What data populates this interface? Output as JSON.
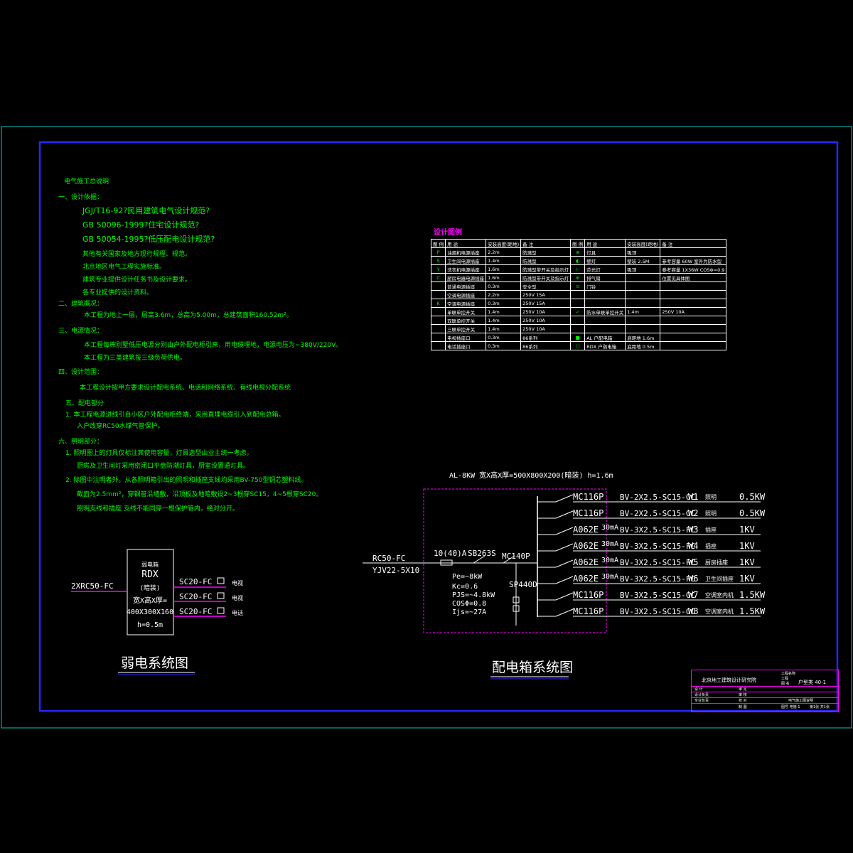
{
  "notes": {
    "title": "电气施工总说明",
    "s1": "一、设计依据：",
    "s1_1": "JGJ/T16-92?民用建筑电气设计规范?",
    "s1_2": "GB 50096-1999?住宅设计规范?",
    "s1_3": "GB 50054-1995?低压配电设计规范?",
    "s1_4": "其他有关国家及地方现行规程、规范。",
    "s1_5": "北京地区电气工程实施标准。",
    "s1_6": "建筑专业提供设计任务书及设计要求。",
    "s1_7": "各专业提供的设计资料。",
    "s2": "二、建筑概况：",
    "s2_1": "本工程为地上一层，层高3.6m，总高为5.00m，总建筑面积160.52m²。",
    "s3": "三、电源情况：",
    "s3_1": "本工程每栋别墅低压电源分别由户外配电柜引来，用电缆埋地，电源电压为~380V/220V。",
    "s3_2": "本工程为三类建筑按三级负荷供电。",
    "s4": "四、设计范围：",
    "s4_1": "本工程设计按甲方要求设计配电系统、电话和网络系统、有线电视分配系统",
    "s5": "五、配电部分",
    "s5_1": "1. 本工程电源进线引自小区户外配电柜终端，采用直埋电缆引入到配电总箱。",
    "s5_2": "入户改穿RC50水煤气管保护。",
    "s6": "六、照明部分：",
    "s6_1": "1. 照明图上的灯具仅标注其使用容量，灯具选型由业主统一考虑。",
    "s6_2": "厨房及卫生间灯采用密闭口平盘防潮灯具，厨室设置通灯具。",
    "s6_3": "2. 除图中注明者外，从各照明箱引出的照明和插座支线均采用BV-750型铜芯塑料线。",
    "s6_4": "截面为2.5mm²，穿钢管沿墙敷，沿顶板及地暗敷设2~3根穿SC15，4~5根穿SC20。",
    "s6_5": "照明支线和插座 支线不能同穿一根保护管内，绝对分开。"
  },
  "legend": {
    "title": "设计图例",
    "headers": [
      "图 例",
      "用 途",
      "安装高度(距地)",
      "备 注",
      "图 例",
      "用 途",
      "安装高度(距地)",
      "备 注"
    ],
    "rows": [
      [
        "P",
        "油烟机电源插座",
        "2.2m",
        "防溅型",
        "⊗",
        "灯具",
        "吸顶",
        ""
      ],
      [
        "S",
        "卫生间电源插座",
        "1.4m",
        "防溅型",
        "◐",
        "壁灯",
        "壁装 2.5M",
        "参考容量 60W 室外为防水型"
      ],
      [
        "Y",
        "洗衣机电源插座",
        "1.6m",
        "防溅型带开关及指示灯",
        "⊢",
        "荧光灯",
        "吸顶",
        "参考容量 1X36W COSΦ=0.9"
      ],
      [
        "C",
        "厨房电器电源插座",
        "1.6m",
        "防溅型带开关及指示灯",
        "⊕",
        "排气扇",
        "",
        "位置见具体图"
      ],
      [
        "",
        "普通电源插座",
        "0.3m",
        "安全型",
        "⊙",
        "门铃",
        "",
        ""
      ],
      [
        "",
        "空调电源插座",
        "2.2m",
        "250V 15A",
        "",
        "",
        "",
        ""
      ],
      [
        "K",
        "空调电源插座",
        "0.3m",
        "250V 15A",
        "",
        "",
        "",
        ""
      ],
      [
        "",
        "单联单控开关",
        "1.4m",
        "250V 10A",
        "✓",
        "防水单联单控开关",
        "1.4m",
        "250V 10A"
      ],
      [
        "",
        "双联单控开关",
        "1.4m",
        "250V 10A",
        "",
        "",
        "",
        ""
      ],
      [
        "",
        "三联单控开关",
        "1.4m",
        "250V 10A",
        "",
        "",
        "",
        ""
      ],
      [
        "",
        "电视插座口",
        "0.3m",
        "86系列",
        "■",
        "AL 户配电箱",
        "底距地 1.6m",
        ""
      ],
      [
        "",
        "电话插座口",
        "0.3m",
        "86系列",
        "□",
        "RDX 户弱电箱",
        "底距地 0.5m",
        ""
      ]
    ]
  },
  "weak": {
    "box_lines": [
      "弱电箱",
      "RDX",
      "(暗装)",
      "宽X高X厚=",
      "400X300X160",
      "h=0.5m"
    ],
    "incoming": "2XRC50-FC",
    "outputs": [
      {
        "cable": "SC20-FC",
        "label": "电视"
      },
      {
        "cable": "SC20-FC",
        "label": "电视"
      },
      {
        "cable": "SC20-FC",
        "label": "电话"
      }
    ],
    "caption": "弱电系统图"
  },
  "dist": {
    "header": "AL-8KW    宽X高X厚=500X800X200(暗装)    h=1.6m",
    "incoming": [
      "RC50-FC",
      "YJV22-5X10"
    ],
    "main_breaker": "10(40)A",
    "breaker1": "SB263S",
    "breaker2": "MC140P",
    "spd": "SP440D",
    "calc": [
      "Pe=~8kW",
      "Kc=0.6",
      "PJS=~4.8kW",
      "COSΦ=0.8",
      "Ijs=~27A"
    ],
    "circuits": [
      {
        "breaker": "MC116P",
        "rcd": "",
        "cable": "BV-2X2.5-SC15-CC",
        "id": "W1",
        "use": "照明",
        "power": "0.5KW"
      },
      {
        "breaker": "MC116P",
        "rcd": "",
        "cable": "BV-2X2.5-SC15-CC",
        "id": "W2",
        "use": "照明",
        "power": "0.5KW"
      },
      {
        "breaker": "A062E",
        "rcd": "30mA",
        "cable": "BV-3X2.5-SC15-FC",
        "id": "W3",
        "use": "插座",
        "power": "1KV"
      },
      {
        "breaker": "A062E",
        "rcd": "30mA",
        "cable": "BV-3X2.5-SC15-FC",
        "id": "W4",
        "use": "插座",
        "power": "1KV"
      },
      {
        "breaker": "A062E",
        "rcd": "30mA",
        "cable": "BV-3X2.5-SC15-FC",
        "id": "W5",
        "use": "厨房插座",
        "power": "1KV"
      },
      {
        "breaker": "A062E",
        "rcd": "30mA",
        "cable": "BV-3X2.5-SC15-FC",
        "id": "W6",
        "use": "卫生间插座",
        "power": "1KV"
      },
      {
        "breaker": "MC116P",
        "rcd": "",
        "cable": "BV-3X2.5-SC15-CC",
        "id": "W7",
        "use": "空调室内机",
        "power": "1.5KW"
      },
      {
        "breaker": "MC116P",
        "rcd": "",
        "cable": "BV-3X2.5-SC15-CC",
        "id": "W8",
        "use": "空调室内机",
        "power": "1.5KW"
      }
    ],
    "caption": "配电箱系统图"
  },
  "title_block": {
    "org": "北京地工建筑设计研究院",
    "project": "户型类 40-1",
    "drawing_name": "电气施工图说明",
    "labels": [
      "工程名称",
      "工程",
      "图 名",
      "设 计",
      "审 定",
      "审 核",
      "校 对",
      "设计负责",
      "专业负责",
      "制 图",
      "图号 电施-1",
      "第1张 共1张"
    ]
  },
  "colors": {
    "frame_outer": "#00c8c8",
    "frame_inner": "#2828ff",
    "notes_text": "#00ff00",
    "title_block": "#ff00ff",
    "diagram_lines": "#ffffff",
    "box_outline": "#ff00ff"
  }
}
